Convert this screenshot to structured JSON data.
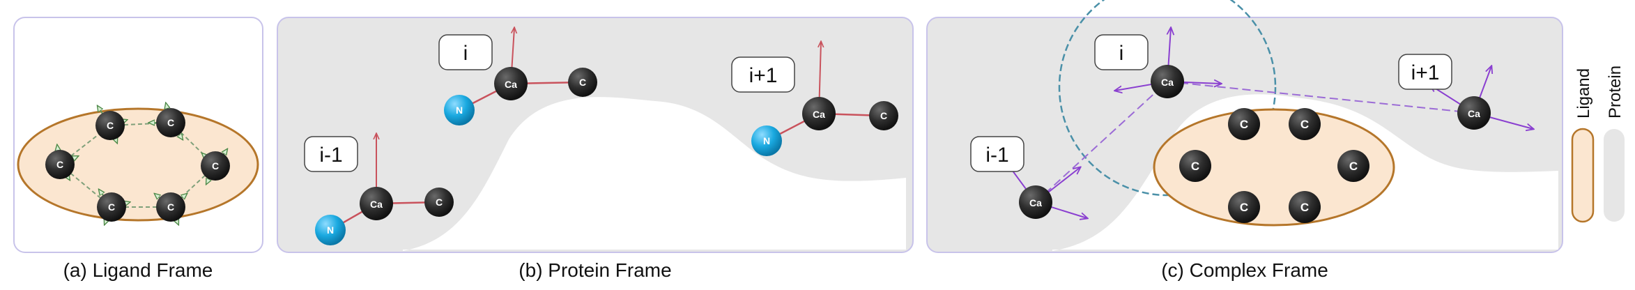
{
  "panels": {
    "ligand": {
      "caption": "(a) Ligand Frame",
      "atoms": [
        "C",
        "C",
        "C",
        "C",
        "C",
        "C"
      ]
    },
    "protein": {
      "caption": "(b) Protein Frame",
      "residues": [
        {
          "label": "i-1",
          "n": "N",
          "ca": "Ca",
          "c": "C"
        },
        {
          "label": "i",
          "n": "N",
          "ca": "Ca",
          "c": "C"
        },
        {
          "label": "i+1",
          "n": "N",
          "ca": "Ca",
          "c": "C"
        }
      ]
    },
    "complex": {
      "caption": "(c) Complex Frame",
      "residues": [
        {
          "label": "i-1",
          "ca": "Ca"
        },
        {
          "label": "i",
          "ca": "Ca"
        },
        {
          "label": "i+1",
          "ca": "Ca"
        }
      ],
      "ligand_atoms": [
        "C",
        "C",
        "C",
        "C",
        "C",
        "C"
      ]
    }
  },
  "legend": {
    "ligand": "Ligand",
    "protein": "Protein"
  },
  "colors": {
    "panel_border": "#c8c3ea",
    "protein_fill": "#e6e6e6",
    "ligand_fill": "#fbe6d0",
    "ligand_border": "#b5762a",
    "atom_dark": "#2b2b2b",
    "atom_n": "#1aa9e0",
    "protein_frame_arrow": "#c9525c",
    "ligand_frame_arrow": "#5f9a5a",
    "complex_frame_arrow": "#8a3fd0",
    "dashed_circle": "#4a90a8"
  }
}
